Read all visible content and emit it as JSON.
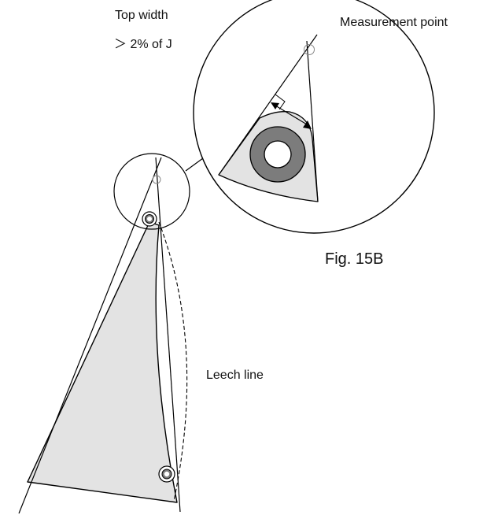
{
  "labels": {
    "top_width": "Top width",
    "top_width_limit": "＞ 2% of J",
    "measurement_point": "Measurement point",
    "figure_number": "Fig. 15B",
    "leech_line": "Leech line"
  },
  "colors": {
    "sail_fill": "#e3e3e3",
    "ring": "#7c7c7c",
    "stroke": "#000000",
    "marker": "#888888"
  }
}
